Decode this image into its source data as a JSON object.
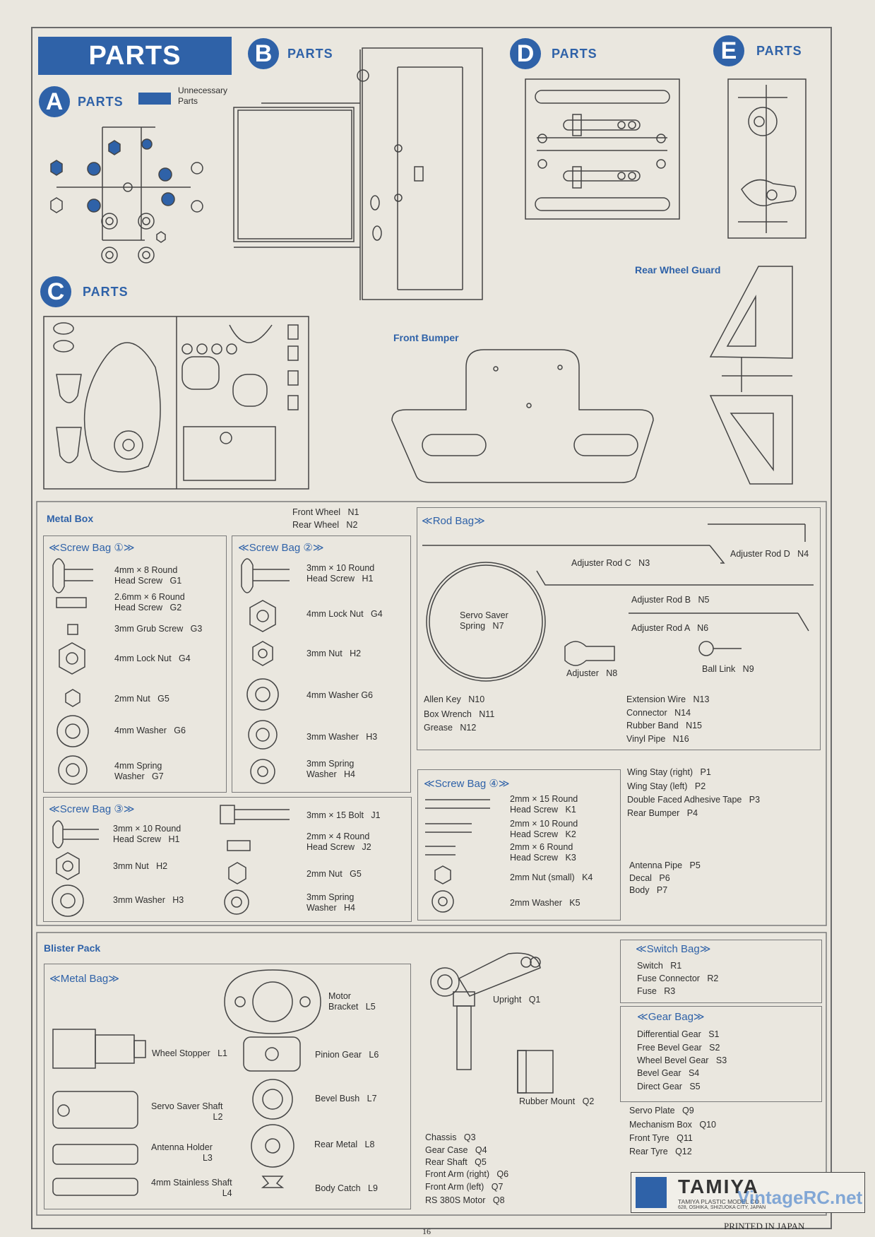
{
  "header": {
    "title": "PARTS",
    "parts_word": "PARTS"
  },
  "sections": {
    "a": "A",
    "b": "B",
    "c": "C",
    "d": "D",
    "e": "E"
  },
  "legend": {
    "unnecessary_parts": "Unnecessary\nParts"
  },
  "callouts": {
    "rear_wheel_guard": "Rear Wheel Guard",
    "front_bumper": "Front Bumper"
  },
  "metal_box": {
    "title": "Metal Box",
    "wheels": [
      "Front Wheel   N1",
      "Rear Wheel   N2"
    ]
  },
  "screw_bag_1": {
    "title": "≪Screw Bag ①≫",
    "items": [
      "4mm × 8 Round\nHead Screw   G1",
      "2.6mm × 6 Round\nHead Screw   G2",
      "3mm Grub Screw   G3",
      "4mm Lock Nut   G4",
      "2mm Nut   G5",
      "4mm Washer   G6",
      "4mm Spring\nWasher   G7"
    ]
  },
  "screw_bag_2": {
    "title": "≪Screw Bag ②≫",
    "items": [
      "3mm × 10 Round\nHead Screw   H1",
      "4mm Lock Nut   G4",
      "3mm Nut   H2",
      "4mm Washer G6",
      "3mm Washer   H3",
      "3mm Spring\nWasher   H4"
    ]
  },
  "screw_bag_3": {
    "title": "≪Screw Bag ③≫",
    "items": [
      "3mm × 10 Round\nHead Screw   H1",
      "3mm Nut   H2",
      "3mm Washer   H3",
      "3mm × 15 Bolt   J1",
      "2mm × 4 Round\nHead Screw   J2",
      "2mm Nut   G5",
      "3mm Spring\nWasher   H4"
    ]
  },
  "screw_bag_4": {
    "title": "≪Screw Bag ④≫",
    "items": [
      "2mm × 15 Round\nHead Screw   K1",
      "2mm × 10 Round\nHead Screw   K2",
      "2mm × 6 Round\nHead Screw   K3",
      "2mm Nut (small)   K4",
      "2mm Washer   K5"
    ]
  },
  "rod_bag": {
    "title": "≪Rod Bag≫",
    "items": [
      "Adjuster Rod D   N4",
      "Adjuster Rod C   N3",
      "Adjuster Rod B   N5",
      "Adjuster Rod A   N6",
      "Servo Saver\nSpring   N7",
      "Adjuster   N8",
      "Ball Link   N9"
    ],
    "list_left": [
      "Allen Key   N10",
      "Box Wrench   N11",
      "Grease   N12"
    ],
    "list_right": [
      "Extension Wire   N13",
      "Connector   N14",
      "Rubber Band   N15",
      "Vinyl Pipe   N16"
    ]
  },
  "p_list": [
    "Wing Stay (right)   P1",
    "Wing Stay (left)   P2",
    "Double Faced Adhesive Tape   P3",
    "Rear Bumper   P4",
    "Antenna Pipe   P5",
    "Decal   P6",
    "Body   P7"
  ],
  "blister": {
    "title": "Blister Pack",
    "metal_bag_title": "≪Metal Bag≫",
    "items": [
      "Motor\nBracket   L5",
      "Wheel Stopper   L1",
      "Pinion Gear   L6",
      "Servo Saver Shaft\nL2",
      "Bevel Bush   L7",
      "Antenna Holder\nL3",
      "Rear Metal   L8",
      "4mm Stainless Shaft\nL4",
      "Body Catch   L9"
    ],
    "q_items": [
      "Upright   Q1",
      "Rubber Mount   Q2"
    ],
    "q_list": [
      "Chassis   Q3",
      "Gear Case   Q4",
      "Rear Shaft   Q5",
      "Front Arm (right)   Q6",
      "Front Arm (left)   Q7",
      "RS 380S Motor   Q8"
    ]
  },
  "switch_bag": {
    "title": "≪Switch Bag≫",
    "items": [
      "Switch   R1",
      "Fuse Connector   R2",
      "Fuse   R3"
    ]
  },
  "gear_bag": {
    "title": "≪Gear Bag≫",
    "items": [
      "Differential Gear   S1",
      "Free Bevel Gear   S2",
      "Wheel Bevel Gear   S3",
      "Bevel Gear   S4",
      "Direct Gear   S5"
    ]
  },
  "q_right": [
    "Servo Plate   Q9",
    "Mechanism Box   Q10",
    "Front Tyre   Q11",
    "Rear Tyre   Q12"
  ],
  "footer": {
    "brand": "TAMIYA",
    "company": "TAMIYA PLASTIC MODEL CO.",
    "address": "628, OSHIKA, SHIZUOKA CITY, JAPAN",
    "printed": "PRINTED IN JAPAN",
    "page": "16",
    "watermark": "VintageRC.net"
  },
  "colors": {
    "accent": "#2f62a8",
    "paper": "#eae7df",
    "line": "#444444"
  }
}
